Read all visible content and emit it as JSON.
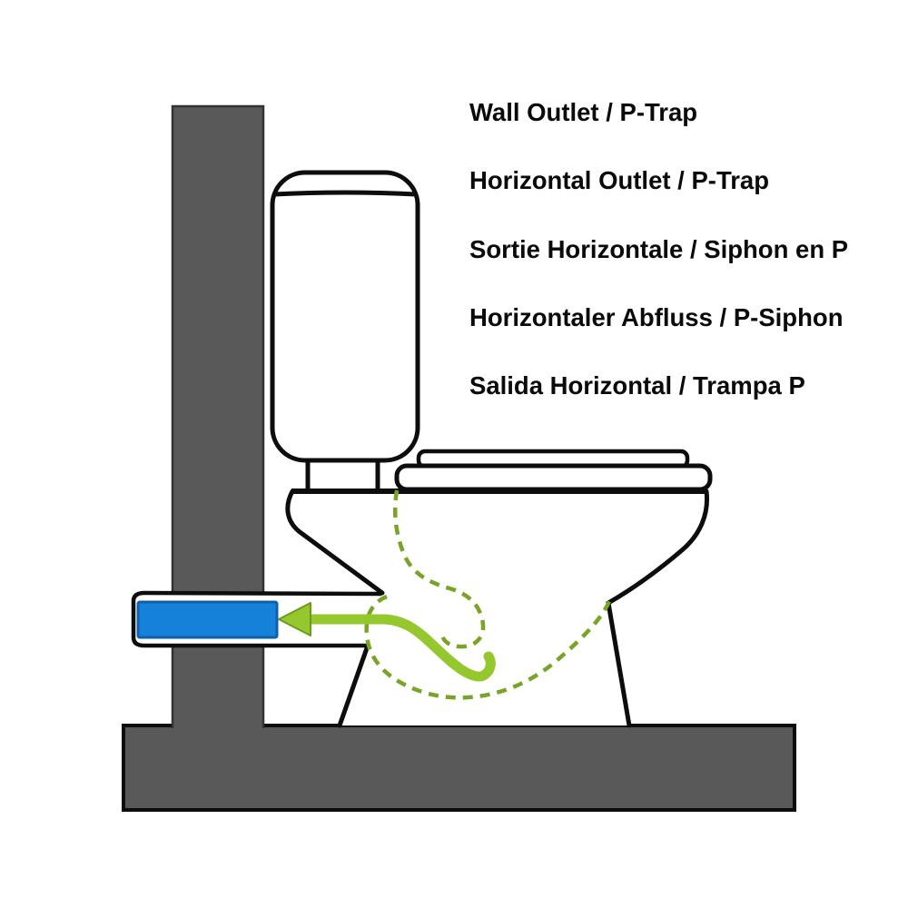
{
  "diagram": {
    "labels": [
      "Wall Outlet / P-Trap",
      "Horizontal Outlet / P-Trap",
      "Sortie Horizontale / Siphon en P",
      "Horizontaler Abfluss / P-Siphon",
      "Salida Horizontal / Trampa P"
    ],
    "colors": {
      "wall_gray": "#59595a",
      "floor_gray": "#59595a",
      "outline_black": "#0d0d0d",
      "pipe_water_fill": "#1581d8",
      "pipe_water_border": "#1060ab",
      "flow_arrow_green": "#95c82f",
      "flow_arrow_border": "#6d9a1e",
      "trap_dash_green": "#7aa428",
      "label_text_color": "#0a0a0a"
    }
  }
}
